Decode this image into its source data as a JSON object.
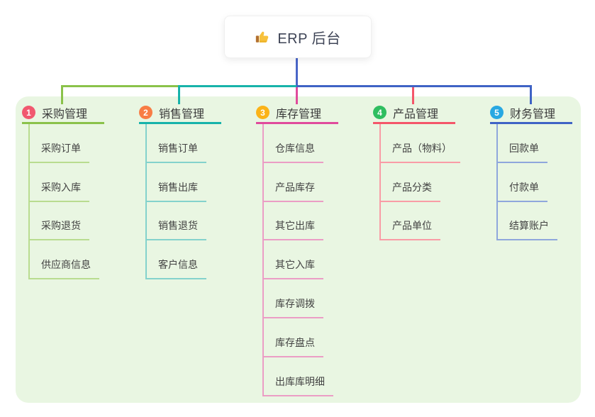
{
  "root": {
    "title": "ERP 后台",
    "icon": "thumbs-up-icon"
  },
  "branches": [
    {
      "badge": "1",
      "label": "采购管理",
      "badge_color": "#f1586f",
      "line_color": "#8ac24a",
      "child_line_color": "#b9dc90",
      "children": [
        "采购订单",
        "采购入库",
        "采购退货",
        "供应商信息"
      ]
    },
    {
      "badge": "2",
      "label": "销售管理",
      "badge_color": "#f87d45",
      "line_color": "#17b3aa",
      "child_line_color": "#84d2cc",
      "children": [
        "销售订单",
        "销售出库",
        "销售退货",
        "客户信息"
      ]
    },
    {
      "badge": "3",
      "label": "库存管理",
      "badge_color": "#fbb318",
      "line_color": "#e04b9c",
      "child_line_color": "#eb9dc5",
      "children": [
        "仓库信息",
        "产品库存",
        "其它出库",
        "其它入库",
        "库存调拨",
        "库存盘点",
        "出库库明细"
      ]
    },
    {
      "badge": "4",
      "label": "产品管理",
      "badge_color": "#2fbe60",
      "line_color": "#f4566a",
      "child_line_color": "#f99ca6",
      "children": [
        "产品（物料）",
        "产品分类",
        "产品单位"
      ]
    },
    {
      "badge": "5",
      "label": "财务管理",
      "badge_color": "#28a8e2",
      "line_color": "#3f63c5",
      "child_line_color": "#8fa7dc",
      "children": [
        "回款单",
        "付款单",
        "结算账户"
      ]
    }
  ],
  "colors": {
    "canvas_bg": "#ffffff",
    "panel_bg": "#e9f6e2",
    "root_drop_line": "#4a66c8",
    "text": "#3b3b3b"
  }
}
